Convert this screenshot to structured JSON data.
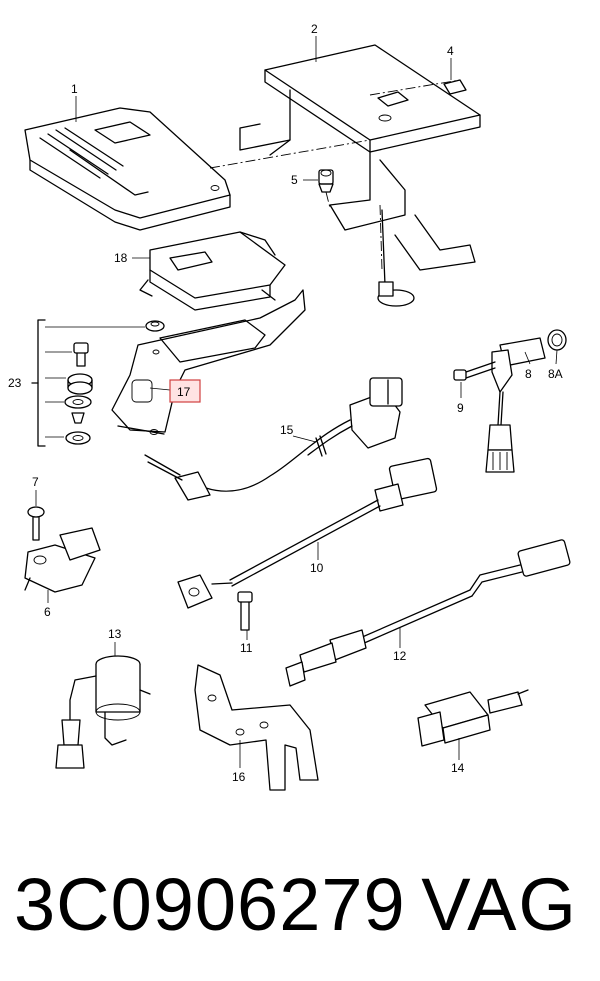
{
  "callouts": {
    "c1": "1",
    "c2": "2",
    "c4": "4",
    "c5": "5",
    "c18": "18",
    "c23": "23",
    "c17": "17",
    "c9": "9",
    "c8": "8",
    "c8a": "8A",
    "c15": "15",
    "c7": "7",
    "c6": "6",
    "c10": "10",
    "c13": "13",
    "c11": "11",
    "c12": "12",
    "c16": "16",
    "c14": "14"
  },
  "highlight_color": "#d04040",
  "footer": {
    "part_number": "3C0906279",
    "brand": "VAG"
  }
}
